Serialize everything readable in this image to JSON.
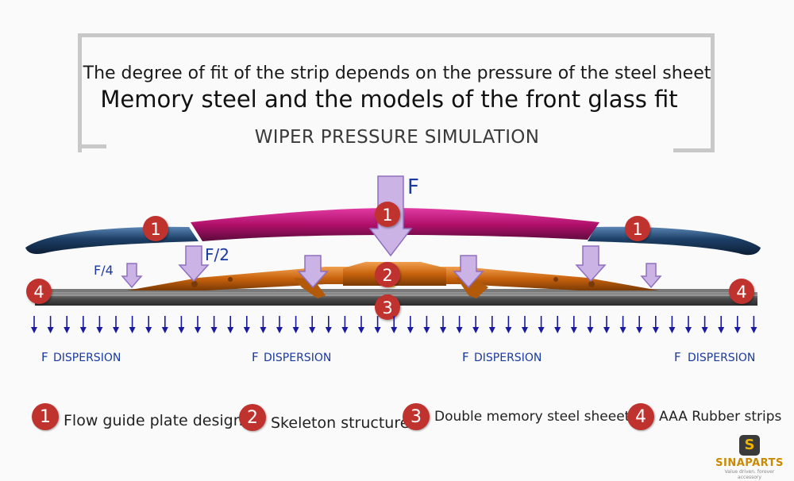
{
  "header": {
    "line1": "The degree of fit of the strip depends on the pressure of the steel sheet",
    "line2": "Memory steel and the models of the front glass fit",
    "subtitle": "WIPER PRESSURE SIMULATION"
  },
  "diagram": {
    "force_labels": {
      "main": "F",
      "half": "F/2",
      "quarter": "F/4"
    },
    "markers": {
      "flow_guide_left": "1",
      "flow_guide_center": "1",
      "flow_guide_right": "1",
      "skeleton": "2",
      "steel_sheet": "3",
      "rubber_left": "4",
      "rubber_right": "4"
    },
    "dispersion_labels": [
      {
        "f": "F",
        "text": "DISPERSION"
      },
      {
        "f": "F",
        "text": "DISPERSION"
      },
      {
        "f": "F",
        "text": "DISPERSION"
      },
      {
        "f": "F",
        "text": "DISPERSION"
      }
    ],
    "colors": {
      "arrow_fill": "#cbb3e6",
      "arrow_stroke": "#8f6fbf",
      "center_spoiler": "#b0106a",
      "side_spoiler": "#1d3f66",
      "skeleton": "#c8620c",
      "rubber": "#555555",
      "marker": "#c0322d",
      "dispersion_arrow": "#1a1aa0"
    }
  },
  "legend": [
    {
      "num": "1",
      "text": "Flow guide plate design"
    },
    {
      "num": "2",
      "text": "Skeleton structure"
    },
    {
      "num": "3",
      "text": "Double memory steel sheeet"
    },
    {
      "num": "4",
      "text": "AAA Rubber strips"
    }
  ],
  "logo": {
    "mark": "S",
    "name": "SINAPARTS",
    "tagline": "Value driven. forever accessory"
  }
}
